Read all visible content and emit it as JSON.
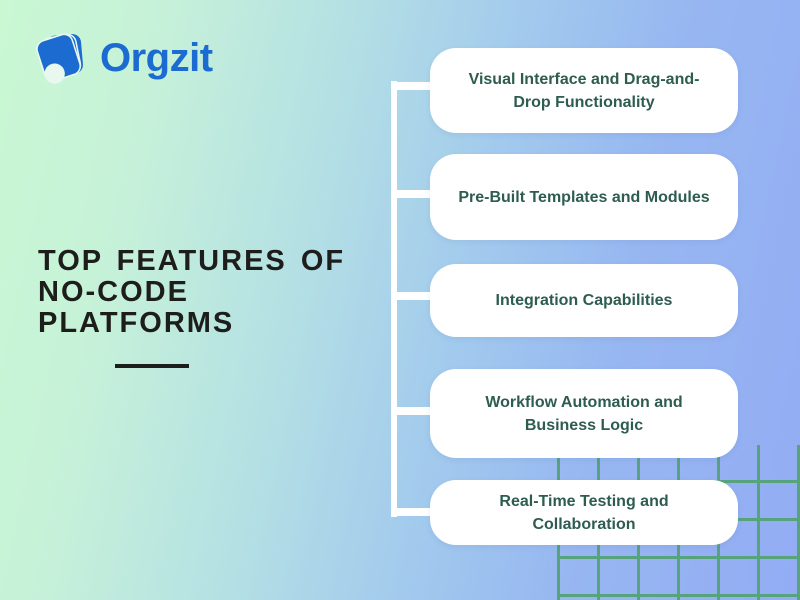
{
  "brand": {
    "name": "Orgzit",
    "icon": "orgzit-stacked-cards-logo"
  },
  "title": {
    "text": "TOP FEATURES OF\nNO-CODE\nPLATFORMS"
  },
  "features": [
    {
      "label": "Visual Interface and Drag-and-\nDrop Functionality"
    },
    {
      "label": "Pre-Built Templates and Modules"
    },
    {
      "label": "Integration Capabilities"
    },
    {
      "label": "Workflow Automation and\nBusiness Logic"
    },
    {
      "label": "Real-Time Testing and\nCollaboration"
    }
  ],
  "colors": {
    "brand_blue": "#1b6bd1",
    "title_text": "#1d1d1b",
    "feature_text": "#2e5c50",
    "card_background": "#ffffff",
    "connector": "#ffffff",
    "grid_green": "#57a37c",
    "background_left": "#c9f8d3",
    "background_right": "#93acf4"
  }
}
